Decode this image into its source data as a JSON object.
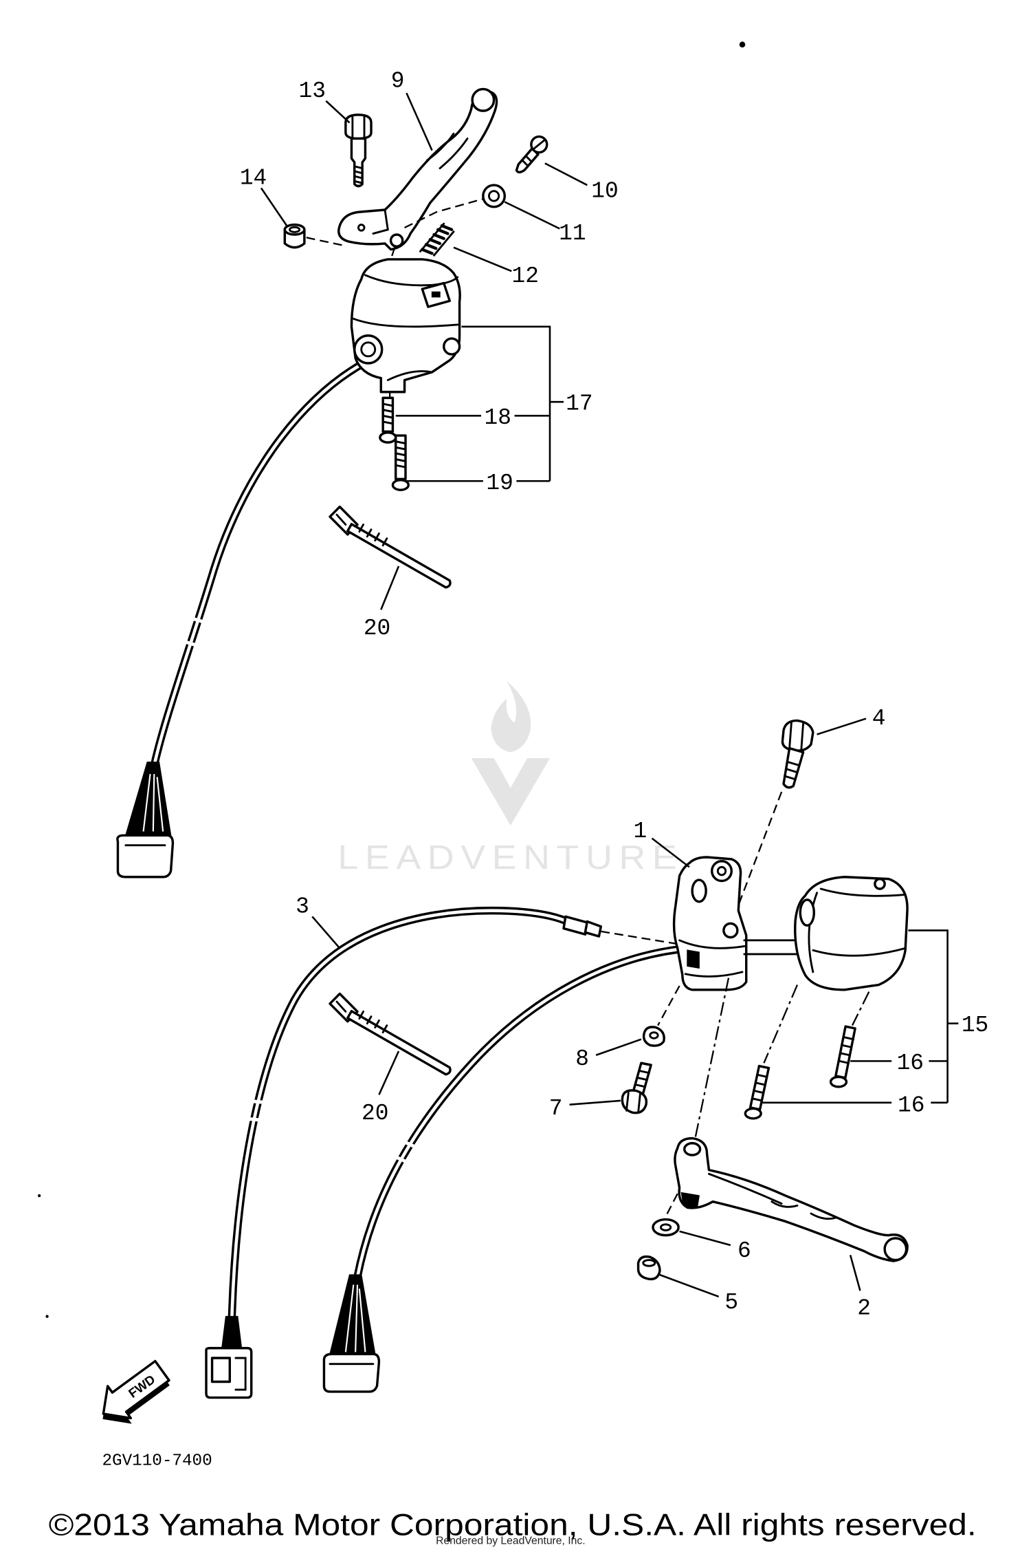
{
  "diagram": {
    "callouts": [
      "13",
      "9",
      "14",
      "10",
      "11",
      "12",
      "17",
      "18",
      "19",
      "20",
      "4",
      "1",
      "3",
      "15",
      "16",
      "8",
      "7",
      "16",
      "20",
      "6",
      "5",
      "2"
    ],
    "part_code": "2GV110-7400",
    "direction_arrow": "FWD"
  },
  "watermark": {
    "text": "LEADVENTURE"
  },
  "footer": {
    "copyright": "©2013 Yamaha Motor Corporation, U.S.A. All rights reserved.",
    "rendered_by": "Rendered by LeadVenture, Inc."
  },
  "colors": {
    "ink": "#000000",
    "background": "#ffffff",
    "watermark": "#e4e4e4"
  }
}
